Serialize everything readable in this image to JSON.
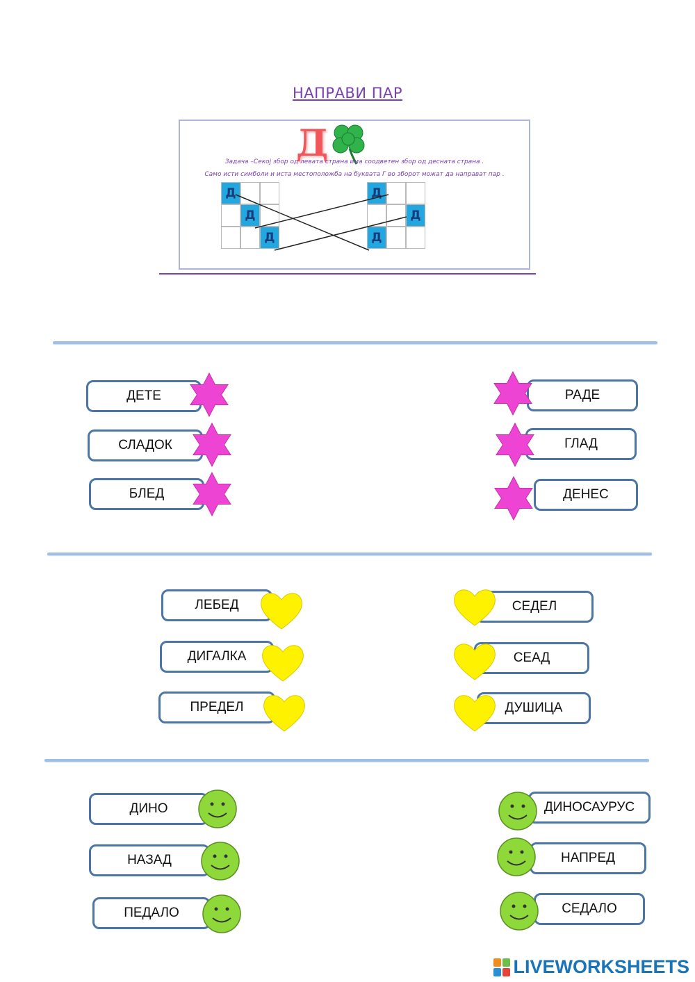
{
  "title": "НАПРАВИ ПАР",
  "example": {
    "big_letter": "Д",
    "instruction_1": "Задача –Секој збор од левата страна има соодветен збор од десната страна .",
    "instruction_2": "Само исти симболи и иста местоположба на буквата Г во зборот можат да направат пар .",
    "cell_letter": "Д",
    "left_rows": [
      1,
      2,
      3
    ],
    "right_rows": [
      1,
      3,
      1
    ]
  },
  "sections": [
    {
      "symbol": "star-icon",
      "color": "#ee44d4",
      "left": [
        "ДЕТЕ",
        "СЛАДОК",
        "БЛЕД"
      ],
      "right": [
        "РАДЕ",
        "ГЛАД",
        "ДЕНЕС"
      ]
    },
    {
      "symbol": "heart-icon",
      "color": "#fff200",
      "left": [
        "ЛЕБЕД",
        "ДИГАЛКА",
        "ПРЕДЕЛ"
      ],
      "right": [
        "СЕДЕЛ",
        "СЕАД",
        "ДУШИЦА"
      ]
    },
    {
      "symbol": "smiley-icon",
      "color": "#8ed83a",
      "left": [
        "ДИНО",
        "НАЗАД",
        "ПЕДАЛО"
      ],
      "right": [
        "ДИНОСАУРУС",
        "НАПРЕД",
        "СЕДАЛО"
      ]
    }
  ],
  "brand": {
    "name": "LIVEWORKSHEETS",
    "logo_colors": [
      "#f28c1c",
      "#6cc04a",
      "#2b8fd6",
      "#e8433b"
    ]
  }
}
